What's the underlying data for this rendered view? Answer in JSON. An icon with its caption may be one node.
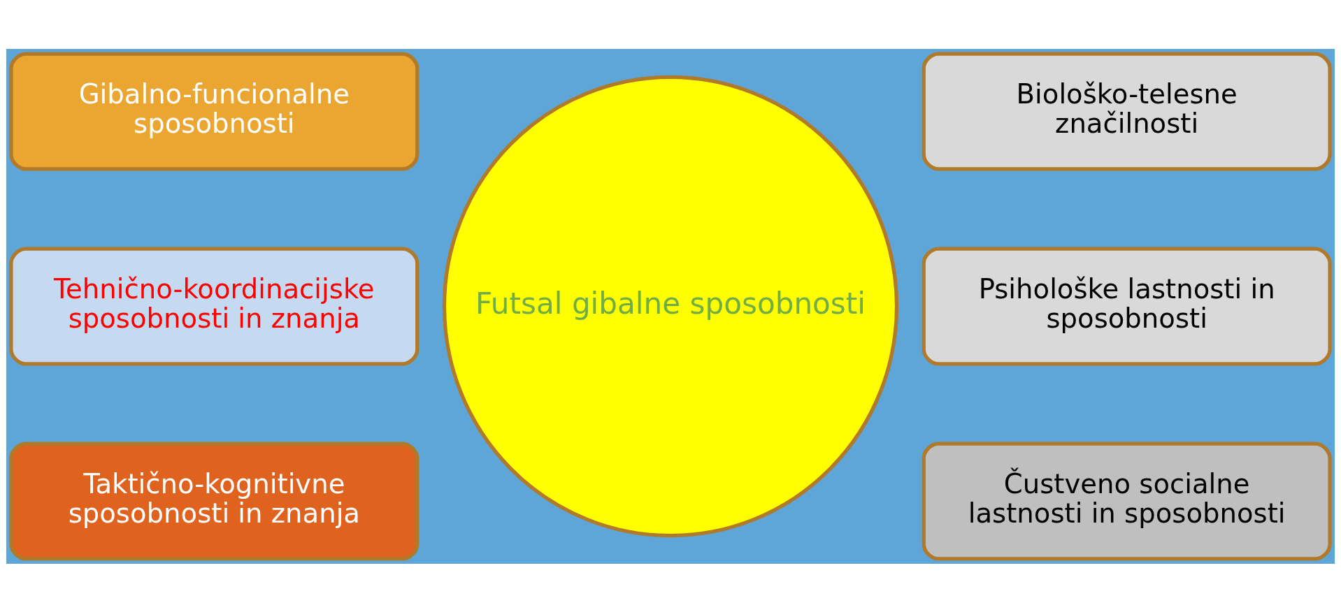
{
  "diagram": {
    "nodes": [
      {
        "text": [
          "Gibalno-funcionalne sposobnosti"
        ]
      },
      {
        "text": [
          "Futsal gibalne sposobnosti"
        ]
      },
      {
        "text": [
          "Biološko-telesne značilnosti"
        ]
      },
      {
        "text": [
          "Tehnično-koordinacijske sposobnosti in znanja"
        ]
      },
      {
        "text": [
          "Psihološke lastnosti in sposobnosti"
        ]
      },
      {
        "text": [
          "Taktično-kognitivne sposobnosti in znanja"
        ]
      },
      {
        "text": [
          "Čustveno socialne lastnosti in sposobnosti"
        ]
      }
    ],
    "edges": []
  }
}
